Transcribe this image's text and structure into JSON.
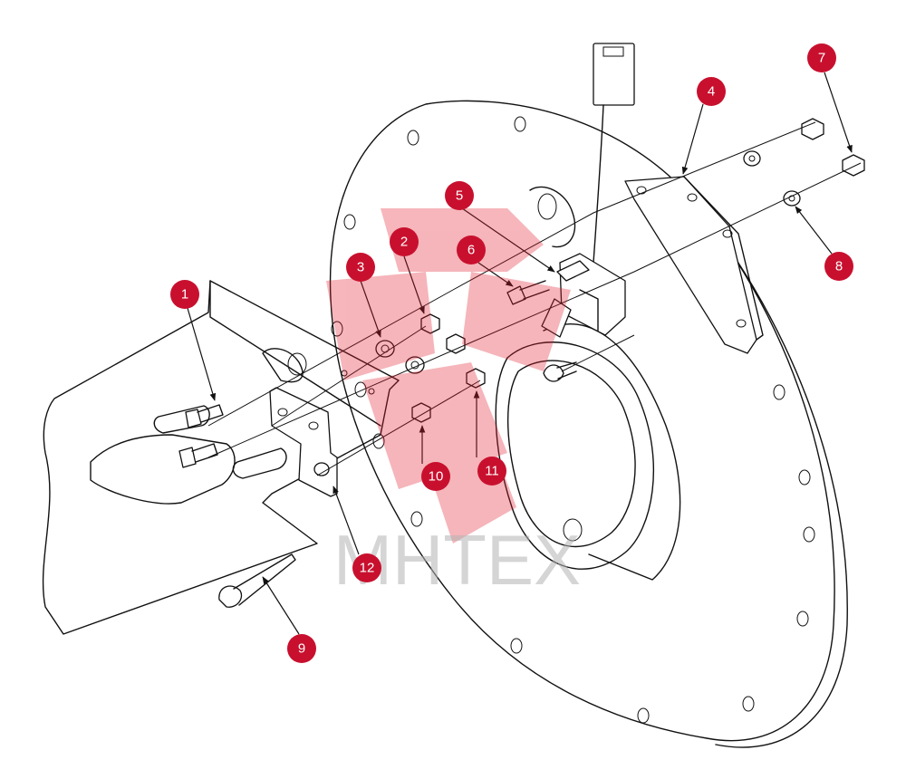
{
  "watermark": {
    "text": "MHTEX",
    "color": "#e21b2b"
  },
  "callout_color": "#c8102e",
  "callouts": [
    "1",
    "2",
    "3",
    "4",
    "5",
    "6",
    "7",
    "8",
    "9",
    "10",
    "11",
    "12"
  ]
}
